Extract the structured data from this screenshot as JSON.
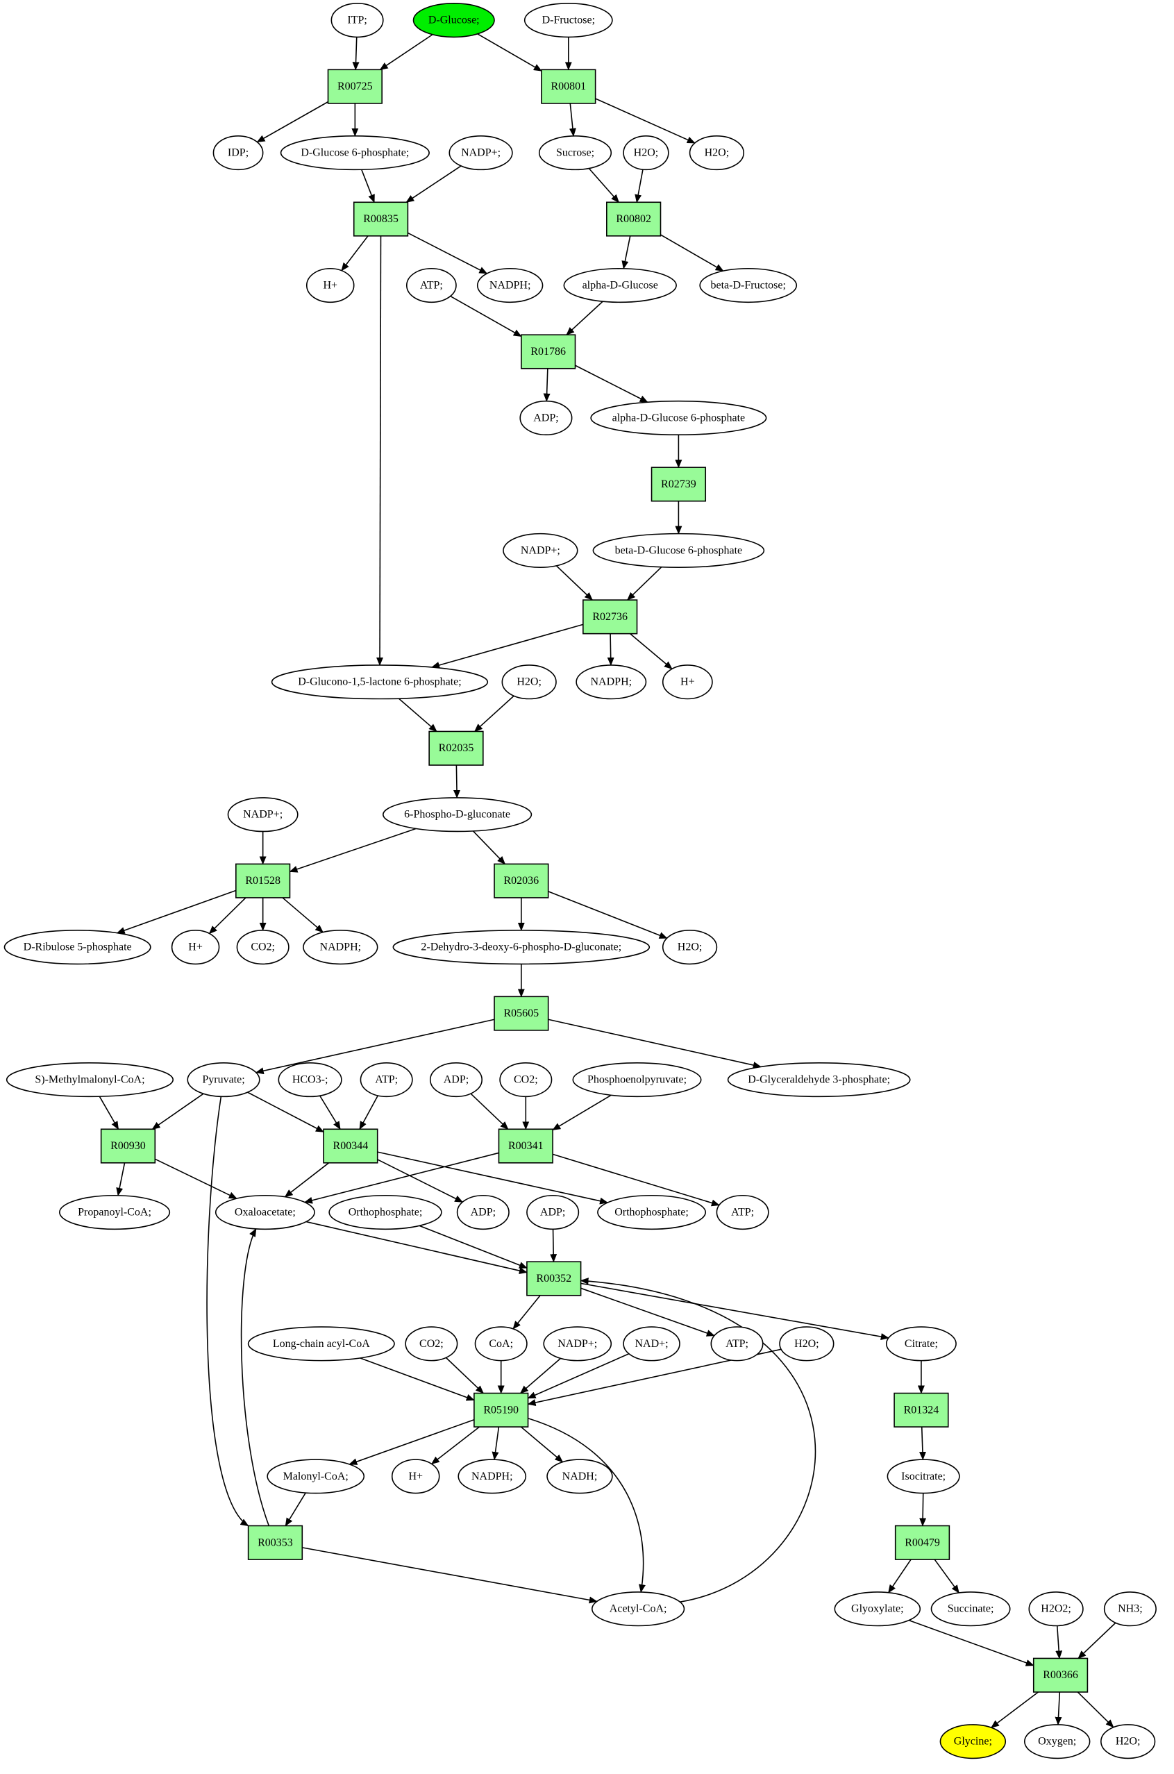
{
  "colors": {
    "reaction_fill": "#98fb98",
    "start_fill": "#00ee00",
    "target_fill": "#ffff00",
    "stroke": "#000000",
    "background": "#ffffff"
  },
  "metabolites": {
    "itp": "ITP;",
    "dglucose": "D-Glucose;",
    "dfructose": "D-Fructose;",
    "idp": "IDP;",
    "g6p": "D-Glucose 6-phosphate;",
    "nadp1": "NADP+;",
    "sucrose": "Sucrose;",
    "h2o1": "H2O;",
    "h2o2": "H2O;",
    "hplus1": "H+",
    "atp1": "ATP;",
    "nadph1": "NADPH;",
    "adglucose": "alpha-D-Glucose",
    "bdfructose": "beta-D-Fructose;",
    "adp1": "ADP;",
    "ag6p": "alpha-D-Glucose 6-phosphate",
    "nadp2": "NADP+;",
    "bg6p": "beta-D-Glucose 6-phosphate",
    "glucono": "D-Glucono-1,5-lactone 6-phosphate;",
    "h2o3": "H2O;",
    "nadph2": "NADPH;",
    "hplus2": "H+",
    "nadp3": "NADP+;",
    "pgluconate": "6-Phospho-D-gluconate",
    "ribulose": "D-Ribulose 5-phosphate",
    "hplus3": "H+",
    "co2a": "CO2;",
    "nadph3": "NADPH;",
    "kdpg": "2-Dehydro-3-deoxy-6-phospho-D-gluconate;",
    "h2o4": "H2O;",
    "smalonyl": "S)-Methylmalonyl-CoA;",
    "pyruvate": "Pyruvate;",
    "hco3": "HCO3-;",
    "atp2": "ATP;",
    "adp2": "ADP;",
    "co2b": "CO2;",
    "pep": "Phosphoenolpyruvate;",
    "gap": "D-Glyceraldehyde 3-phosphate;",
    "propanoyl": "Propanoyl-CoA;",
    "oxaloacetate": "Oxaloacetate;",
    "orthop1": "Orthophosphate;",
    "adp3": "ADP;",
    "adp4": "ADP;",
    "orthop2": "Orthophosphate;",
    "atp3": "ATP;",
    "longacyl": "Long-chain acyl-CoA",
    "co2c": "CO2;",
    "coa": "CoA;",
    "nadp4": "NADP+;",
    "nad": "NAD+;",
    "atp4": "ATP;",
    "h2o5": "H2O;",
    "citrate": "Citrate;",
    "malonyl": "Malonyl-CoA;",
    "hplus4": "H+",
    "nadph4": "NADPH;",
    "nadh": "NADH;",
    "isocitrate": "Isocitrate;",
    "glyoxylate": "Glyoxylate;",
    "succinate": "Succinate;",
    "h2o2b": "H2O2;",
    "nh3": "NH3;",
    "acetylcoa": "Acetyl-CoA;",
    "glycine": "Glycine;",
    "oxygen": "Oxygen;",
    "h2o6": "H2O;"
  },
  "reactions": {
    "r00725": "R00725",
    "r00801": "R00801",
    "r00835": "R00835",
    "r00802": "R00802",
    "r01786": "R01786",
    "r02739": "R02739",
    "r02736": "R02736",
    "r02035": "R02035",
    "r01528": "R01528",
    "r02036": "R02036",
    "r05605": "R05605",
    "r00930": "R00930",
    "r00344": "R00344",
    "r00341": "R00341",
    "r00352": "R00352",
    "r05190": "R05190",
    "r01324": "R01324",
    "r00353": "R00353",
    "r00479": "R00479",
    "r00366": "R00366"
  },
  "edges": [
    [
      "itp",
      "r00725"
    ],
    [
      "dglucose",
      "r00725"
    ],
    [
      "dglucose",
      "r00801"
    ],
    [
      "dfructose",
      "r00801"
    ],
    [
      "r00725",
      "idp"
    ],
    [
      "r00725",
      "g6p"
    ],
    [
      "r00801",
      "sucrose"
    ],
    [
      "r00801",
      "h2o2"
    ],
    [
      "g6p",
      "r00835"
    ],
    [
      "nadp1",
      "r00835"
    ],
    [
      "sucrose",
      "r00802"
    ],
    [
      "h2o1",
      "r00802"
    ],
    [
      "r00835",
      "hplus1"
    ],
    [
      "r00835",
      "nadph1"
    ],
    [
      "r00835",
      "glucono"
    ],
    [
      "r00802",
      "adglucose"
    ],
    [
      "r00802",
      "bdfructose"
    ],
    [
      "atp1",
      "r01786"
    ],
    [
      "adglucose",
      "r01786"
    ],
    [
      "r01786",
      "adp1"
    ],
    [
      "r01786",
      "ag6p"
    ],
    [
      "ag6p",
      "r02739"
    ],
    [
      "r02739",
      "bg6p"
    ],
    [
      "nadp2",
      "r02736"
    ],
    [
      "bg6p",
      "r02736"
    ],
    [
      "r02736",
      "glucono"
    ],
    [
      "r02736",
      "nadph2"
    ],
    [
      "r02736",
      "hplus2"
    ],
    [
      "glucono",
      "r02035"
    ],
    [
      "h2o3",
      "r02035"
    ],
    [
      "r02035",
      "pgluconate"
    ],
    [
      "nadp3",
      "r01528"
    ],
    [
      "pgluconate",
      "r01528"
    ],
    [
      "pgluconate",
      "r02036"
    ],
    [
      "r01528",
      "ribulose"
    ],
    [
      "r01528",
      "hplus3"
    ],
    [
      "r01528",
      "co2a"
    ],
    [
      "r01528",
      "nadph3"
    ],
    [
      "r02036",
      "kdpg"
    ],
    [
      "r02036",
      "h2o4"
    ],
    [
      "kdpg",
      "r05605"
    ],
    [
      "r05605",
      "pyruvate"
    ],
    [
      "r05605",
      "gap"
    ],
    [
      "smalonyl",
      "r00930"
    ],
    [
      "pyruvate",
      "r00930"
    ],
    [
      "pyruvate",
      "r00344"
    ],
    [
      "hco3",
      "r00344"
    ],
    [
      "atp2",
      "r00344"
    ],
    [
      "adp2",
      "r00341"
    ],
    [
      "co2b",
      "r00341"
    ],
    [
      "pep",
      "r00341"
    ],
    [
      "r00930",
      "propanoyl"
    ],
    [
      "r00930",
      "oxaloacetate"
    ],
    [
      "r00344",
      "oxaloacetate"
    ],
    [
      "r00344",
      "adp3"
    ],
    [
      "r00344",
      "orthop2"
    ],
    [
      "r00341",
      "oxaloacetate"
    ],
    [
      "r00341",
      "atp3"
    ],
    [
      "oxaloacetate",
      "r00352"
    ],
    [
      "orthop1",
      "r00352"
    ],
    [
      "adp4",
      "r00352"
    ],
    [
      "r00352",
      "coa"
    ],
    [
      "r00352",
      "atp4"
    ],
    [
      "r00352",
      "citrate"
    ],
    [
      "longacyl",
      "r05190"
    ],
    [
      "co2c",
      "r05190"
    ],
    [
      "coa",
      "r05190"
    ],
    [
      "nadp4",
      "r05190"
    ],
    [
      "nad",
      "r05190"
    ],
    [
      "h2o5",
      "r05190"
    ],
    [
      "r05190",
      "malonyl"
    ],
    [
      "r05190",
      "hplus4"
    ],
    [
      "r05190",
      "nadph4"
    ],
    [
      "r05190",
      "nadh"
    ],
    [
      "r05190",
      "acetylcoa"
    ],
    [
      "acetylcoa",
      "r00352"
    ],
    [
      "pyruvate",
      "r00353"
    ],
    [
      "malonyl",
      "r00353"
    ],
    [
      "r00353",
      "oxaloacetate"
    ],
    [
      "r00353",
      "acetylcoa"
    ],
    [
      "citrate",
      "r01324"
    ],
    [
      "r01324",
      "isocitrate"
    ],
    [
      "isocitrate",
      "r00479"
    ],
    [
      "r00479",
      "glyoxylate"
    ],
    [
      "r00479",
      "succinate"
    ],
    [
      "glyoxylate",
      "r00366"
    ],
    [
      "h2o2b",
      "r00366"
    ],
    [
      "nh3",
      "r00366"
    ],
    [
      "r00366",
      "glycine"
    ],
    [
      "r00366",
      "oxygen"
    ],
    [
      "r00366",
      "h2o6"
    ]
  ]
}
